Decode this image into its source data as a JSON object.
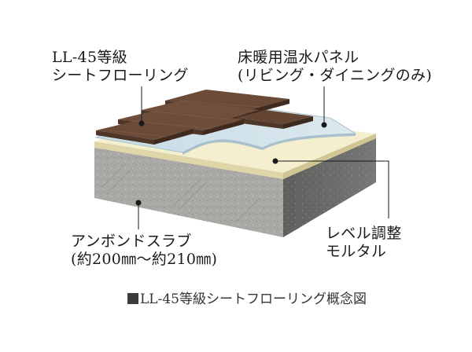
{
  "labels": {
    "flooring": {
      "line1": "LL-45等級",
      "line2": "シートフローリング"
    },
    "heating_panel": {
      "line1": "床暖用温水パネル",
      "line2": "(リビング・ダイニングのみ)"
    },
    "slab": {
      "line1": "アンボンドスラブ",
      "line2": "(約200㎜〜約210㎜)"
    },
    "mortar": {
      "line1": "レベル調整",
      "line2": "モルタル"
    }
  },
  "caption": {
    "marker": "■",
    "text": "LL-45等級シートフローリング概念図"
  },
  "colors": {
    "concrete_top": "#b9b9b4",
    "concrete_front": "#a9a9a5",
    "concrete_side": "#6a6a68",
    "mortar": "#f4efcf",
    "mortar_edge": "#ded6a6",
    "panel": "#cfe0e8",
    "wood_top": "#6b4a38",
    "wood_edge": "#3f2a1f",
    "leader": "#1a1a1a"
  }
}
